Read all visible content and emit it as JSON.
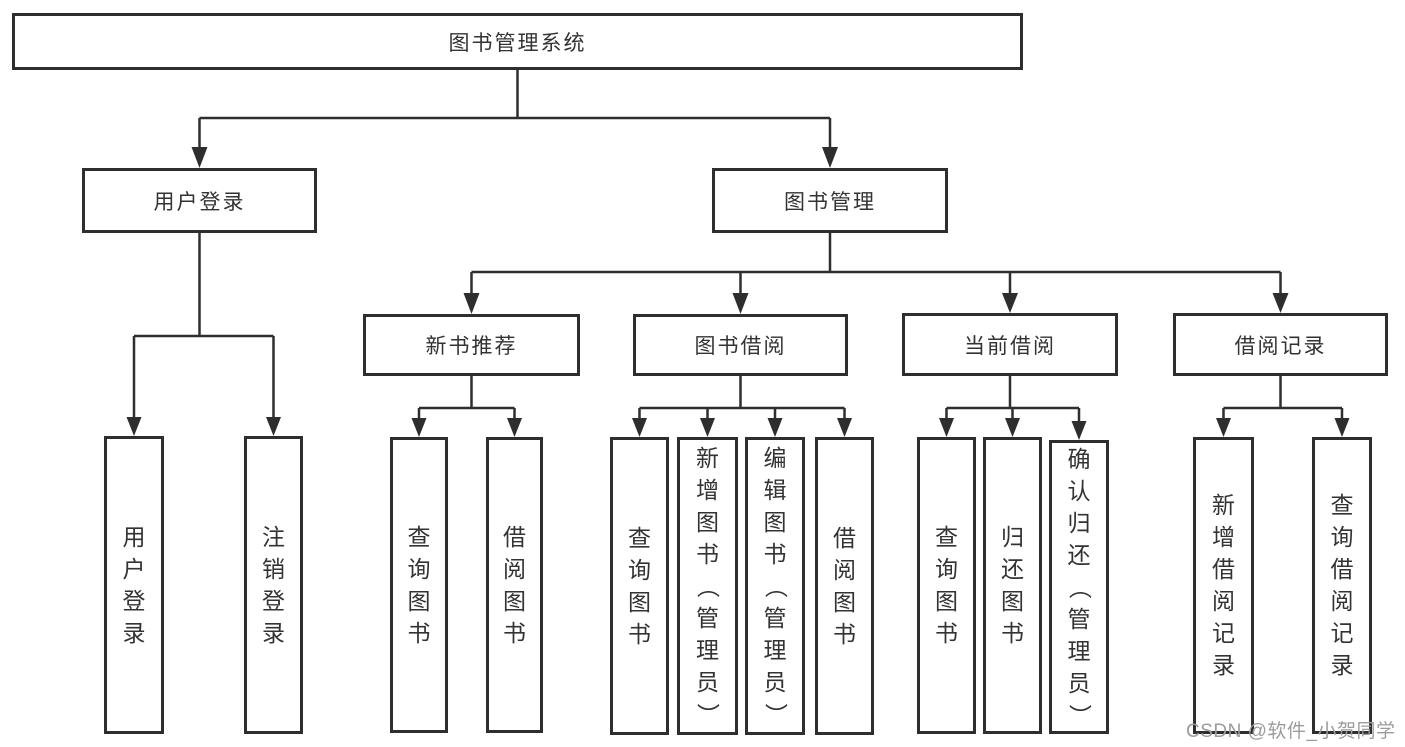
{
  "colors": {
    "line": "#2e2e2e",
    "text": "#333333",
    "background": "#ffffff",
    "watermark_text": "#9c9c9c"
  },
  "watermark": {
    "text": "CSDN @软件_小贺同学"
  },
  "tree": {
    "label": "图书管理系统",
    "children": [
      {
        "label": "用户登录",
        "children": [
          {
            "label": "用户登录"
          },
          {
            "label": "注销登录"
          }
        ]
      },
      {
        "label": "图书管理",
        "children": [
          {
            "label": "新书推荐",
            "children": [
              {
                "label": "查询图书"
              },
              {
                "label": "借阅图书"
              }
            ]
          },
          {
            "label": "图书借阅",
            "children": [
              {
                "label": "查询图书"
              },
              {
                "label": "新增图书（管理员）"
              },
              {
                "label": "编辑图书（管理员）"
              },
              {
                "label": "借阅图书"
              }
            ]
          },
          {
            "label": "当前借阅",
            "children": [
              {
                "label": "查询图书"
              },
              {
                "label": "归还图书"
              },
              {
                "label": "确认归还（管理员）"
              }
            ]
          },
          {
            "label": "借阅记录",
            "children": [
              {
                "label": "新增借阅记录"
              },
              {
                "label": "查询借阅记录"
              }
            ]
          }
        ]
      }
    ]
  }
}
